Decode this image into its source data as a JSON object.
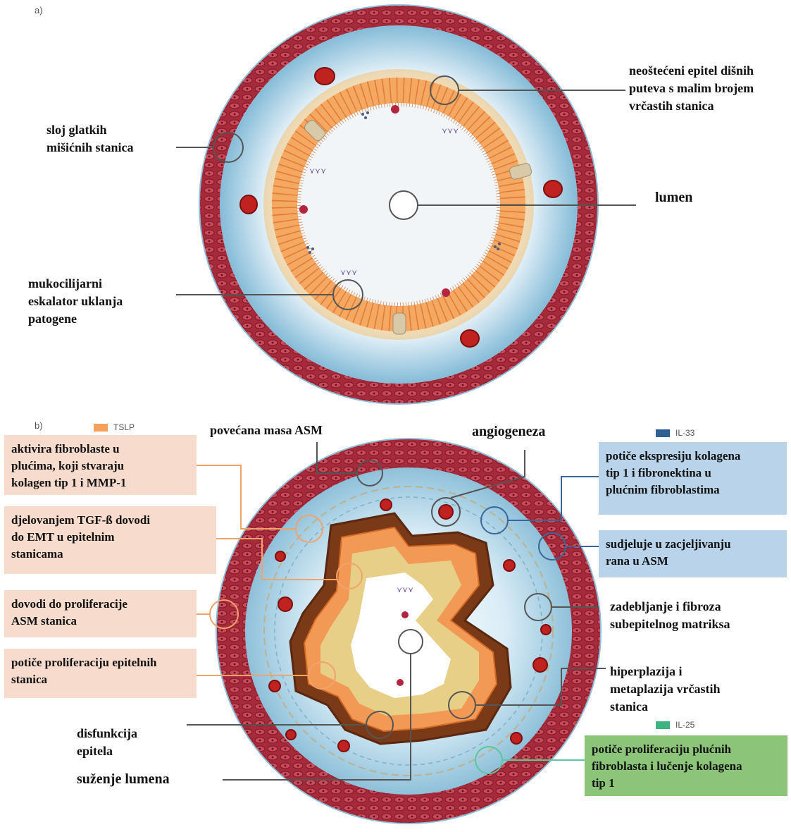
{
  "panel_a": {
    "tag": "a)",
    "labels": {
      "smooth_muscle": "sloj glatkih\nmišićnih stanica",
      "epithelium": "neoštećeni epitel dišnih\nputeva s malim brojem\nvrčastih stanica",
      "lumen": "lumen",
      "escalator": "mukocilijarni\neskalator uklanja\npatogene"
    }
  },
  "panel_b": {
    "tag": "b)",
    "legend": {
      "tslp": {
        "label": "TSLP",
        "color": "#f4a15d"
      },
      "il33": {
        "label": "IL-33",
        "color": "#2f5f93"
      },
      "il25": {
        "label": "IL-25",
        "color": "#3fb37f"
      }
    },
    "labels": {
      "asm_mass": "povećana masa ASM",
      "angiogenesis": "angiogeneza",
      "thickening": "zadebljanje i fibroza\nsubepitelnog matriksa",
      "hyperplasia": "hiperplazija i\nmetaplazija vrčastih\nstanica",
      "dysfunction": "disfunkcija\nepitela",
      "narrowing": "suženje lumena"
    },
    "tslp_boxes": {
      "fibroblasts": "aktivira fibroblaste u\nplućima, koji stvaraju\nkolagen tip 1 i MMP-1",
      "emt": "djelovanjem TGF-ß dovodi\ndo EMT u epitelnim\nstanicama",
      "asm_prolif": "dovodi do proliferacije\nASM stanica",
      "epi_prolif": "potiče proliferaciju epitelnih\nstanica"
    },
    "il33_boxes": {
      "collagen": "potiče ekspresiju kolagena\ntip 1 i fibronektina u\nplućnim fibroblastima",
      "wound": "sudjeluje u zacjeljivanju\nrana u ASM"
    },
    "il25_boxes": {
      "fibro_prolif": "potiče proliferaciju plućnih\nfibroblasta i lučenje kolagena\ntip 1"
    }
  }
}
